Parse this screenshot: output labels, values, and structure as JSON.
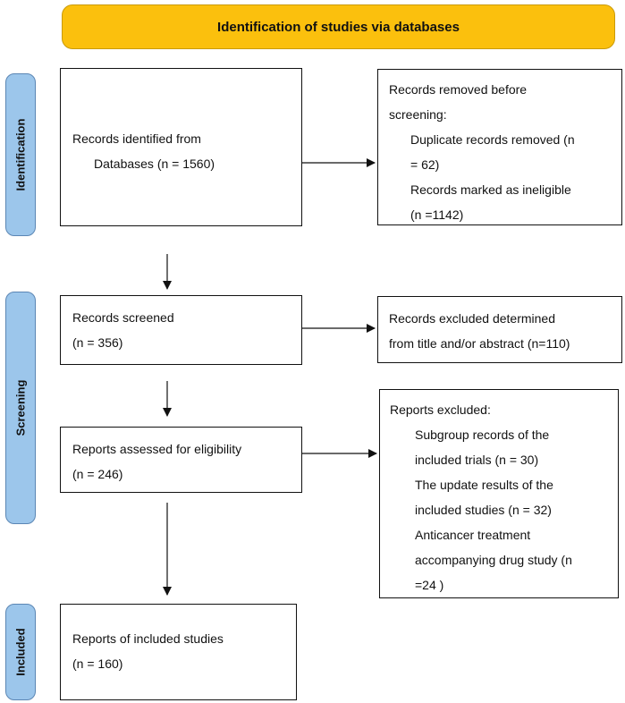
{
  "header": {
    "title": "Identification of studies via databases"
  },
  "stages": {
    "identification": "Identification",
    "screening": "Screening",
    "included": "Included"
  },
  "boxes": {
    "records_identified": {
      "line1": "Records identified from",
      "line2": "Databases (n = 1560)"
    },
    "records_removed": {
      "line1": "Records removed before",
      "line2": "screening:",
      "line3": "Duplicate records removed (n",
      "line4": "= 62)",
      "line5": "Records marked as ineligible",
      "line6": "(n =1142)"
    },
    "records_screened": {
      "line1": "Records screened",
      "line2": "(n = 356)"
    },
    "records_excluded": {
      "line1": "Records excluded determined",
      "line2": "from title and/or abstract (n=110)"
    },
    "reports_assessed": {
      "line1": "Reports assessed for eligibility",
      "line2": "(n = 246)"
    },
    "reports_excluded": {
      "line1": "Reports excluded:",
      "line2": "Subgroup records of the",
      "line3": "included trials (n = 30)",
      "line4": "The update results of the",
      "line5": "included studies (n = 32)",
      "line6": "Anticancer treatment",
      "line7": "accompanying drug study (n",
      "line8": "=24 )"
    },
    "reports_included": {
      "line1": "Reports of included studies",
      "line2": "(n = 160)"
    }
  },
  "colors": {
    "header_fill": "#fbc00d",
    "stage_fill": "#9cc6eb",
    "stage_border": "#5b86b4"
  }
}
